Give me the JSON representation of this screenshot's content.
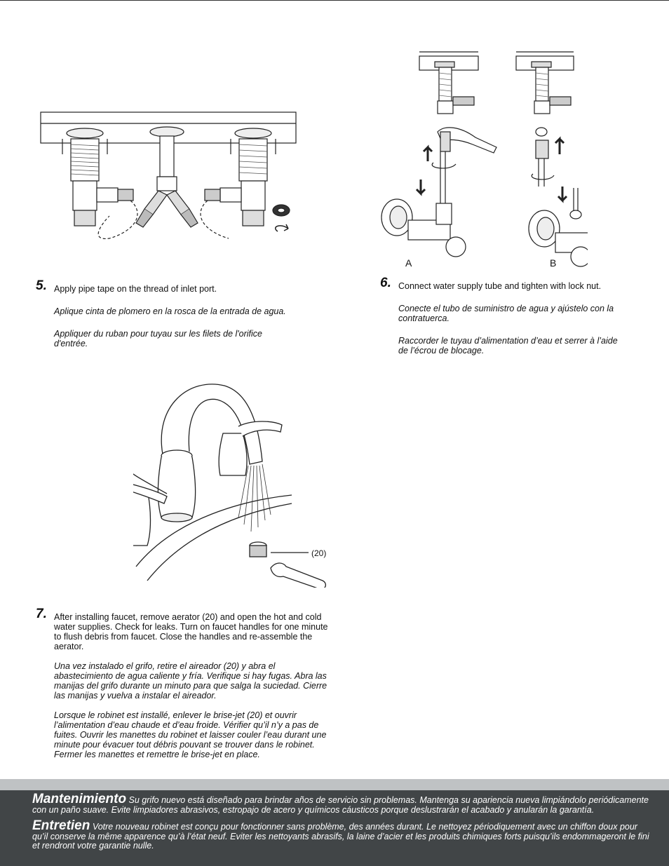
{
  "step5": {
    "number": "5.",
    "en": "Apply pipe tape on the thread of inlet port.",
    "es": "Aplique cinta de plomero en la rosca de la entrada de agua.",
    "fr": "Appliquer du ruban pour tuyau sur les filets de l'orifice d'entrée."
  },
  "step6": {
    "number": "6.",
    "en": "Connect water supply tube and tighten with lock nut.",
    "es": "Conecte el tubo de suministro de agua y ajústelo con la contratuerca.",
    "fr": "Raccorder le tuyau d’alimentation d’eau et serrer à l’aide de l’écrou de blocage.",
    "label_a": "A",
    "label_b": "B"
  },
  "step7": {
    "number": "7.",
    "en": "After installing faucet, remove aerator (20) and open the hot and cold water supplies. Check for leaks. Turn on faucet handles for one minute to flush debris from faucet. Close the handles and re-assemble the aerator.",
    "es": "Una vez instalado el grifo, retire el aireador (20) y abra el abastecimiento de agua caliente y fría. Verifique si hay fugas. Abra las manijas del grifo durante un minuto para que salga la suciedad. Cierre las manijas y vuelva a instalar el aireador.",
    "fr": "Lorsque le robinet est installé, enlever le brise-jet (20) et ouvrir l’alimentation d’eau chaude et d’eau froide. Vérifier qu’il n’y a pas de fuites. Ouvrir les manettes du robinet et laisser couler l’eau durant une minute pour évacuer tout débris pouvant se trouver dans le robinet. Fermer les manettes et remettre le brise-jet en place.",
    "aerator_label": "(20)"
  },
  "footer": {
    "mant_title": "Mantenimiento",
    "mant_text": "Su grifo nuevo está diseñado para brindar años de servicio sin problemas. Mantenga su apariencia nueva limpiándolo periódicamente con un paño suave. Evite limpiadores abrasivos, estropajo de acero y químicos cáusticos porque deslustrarán el acabado y anularán la garantía.",
    "entr_title": "Entretien",
    "entr_text": "Votre nouveau robinet est conçu pour fonctionner sans problème, des années durant. Le nettoyez périodiquement avec un chiffon doux pour qu’il conserve la même apparence qu’à l’état neuf. Eviter les nettoyants abrasifs, la laine d’acier et les produits chimiques forts puisqu’ils endommageront le fini et rendront votre garantie nulle."
  }
}
